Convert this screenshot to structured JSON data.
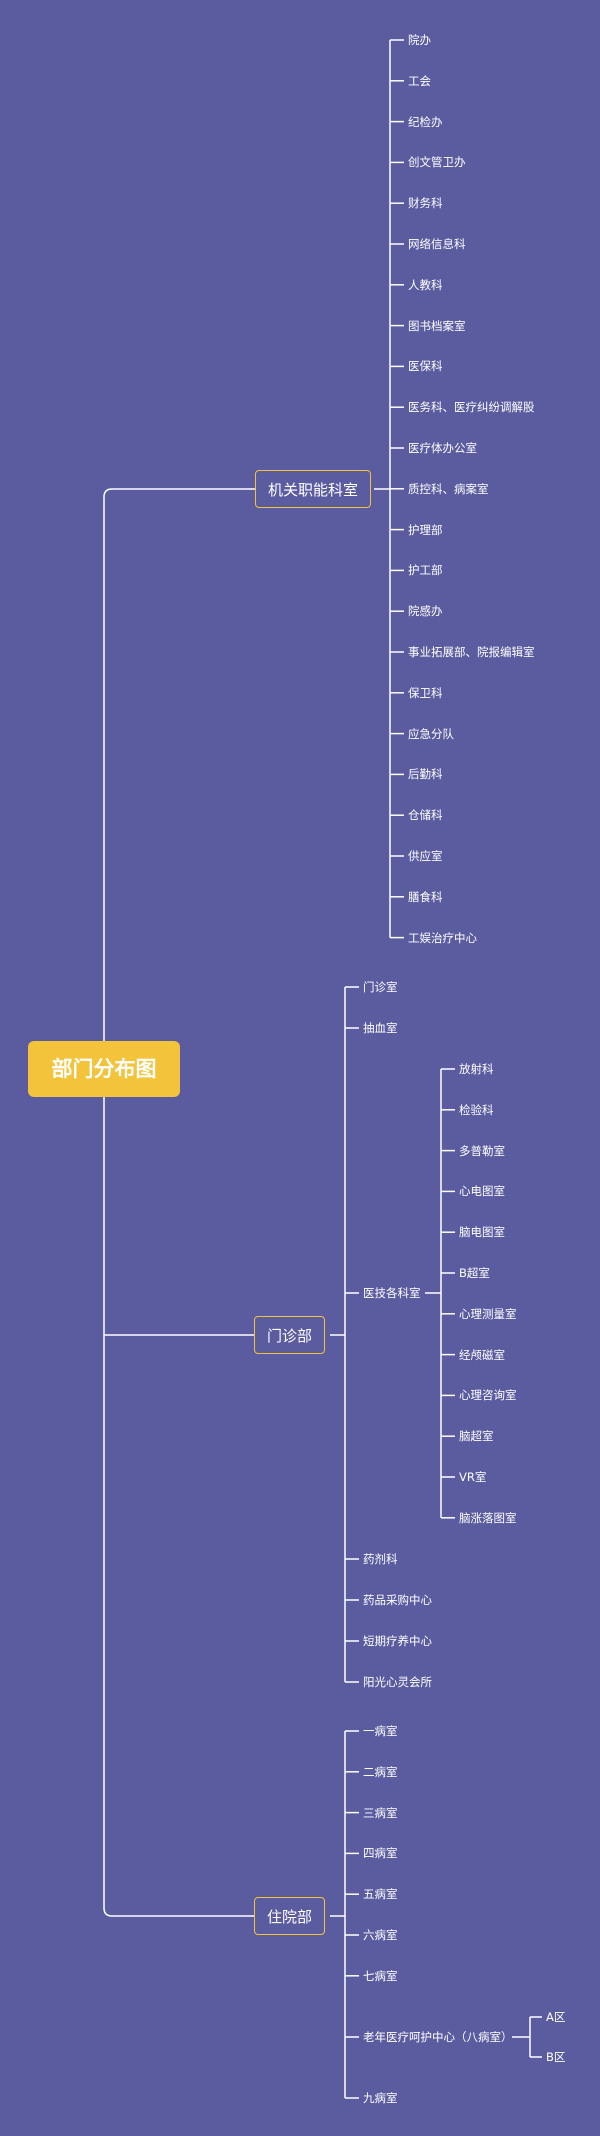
{
  "root": {
    "label": "部门分布图",
    "children": [
      {
        "label": "机关职能科室",
        "children": [
          {
            "label": "院办"
          },
          {
            "label": "工会"
          },
          {
            "label": "纪检办"
          },
          {
            "label": "创文管卫办"
          },
          {
            "label": "财务科"
          },
          {
            "label": "网络信息科"
          },
          {
            "label": "人教科"
          },
          {
            "label": "图书档案室"
          },
          {
            "label": "医保科"
          },
          {
            "label": "医务科、医疗纠纷调解股"
          },
          {
            "label": "医疗体办公室"
          },
          {
            "label": "质控科、病案室"
          },
          {
            "label": "护理部"
          },
          {
            "label": "护工部"
          },
          {
            "label": "院感办"
          },
          {
            "label": "事业拓展部、院报编辑室"
          },
          {
            "label": "保卫科"
          },
          {
            "label": "应急分队"
          },
          {
            "label": "后勤科"
          },
          {
            "label": "仓储科"
          },
          {
            "label": "供应室"
          },
          {
            "label": "膳食科"
          },
          {
            "label": "工娱治疗中心"
          }
        ]
      },
      {
        "label": "门诊部",
        "children": [
          {
            "label": "门诊室"
          },
          {
            "label": "抽血室"
          },
          {
            "label": "医技各科室",
            "children": [
              {
                "label": "放射科"
              },
              {
                "label": "检验科"
              },
              {
                "label": "多普勒室"
              },
              {
                "label": "心电图室"
              },
              {
                "label": "脑电图室"
              },
              {
                "label": "B超室"
              },
              {
                "label": "心理测量室"
              },
              {
                "label": "经颅磁室"
              },
              {
                "label": "心理咨询室"
              },
              {
                "label": "脑超室"
              },
              {
                "label": "VR室"
              },
              {
                "label": "脑涨落图室"
              }
            ]
          },
          {
            "label": "药剂科"
          },
          {
            "label": "药品采购中心"
          },
          {
            "label": "短期疗养中心"
          },
          {
            "label": "阳光心灵会所"
          }
        ]
      },
      {
        "label": "住院部",
        "children": [
          {
            "label": "一病室"
          },
          {
            "label": "二病室"
          },
          {
            "label": "三病室"
          },
          {
            "label": "四病室"
          },
          {
            "label": "五病室"
          },
          {
            "label": "六病室"
          },
          {
            "label": "七病室"
          },
          {
            "label": "老年医疗呵护中心（八病室）",
            "children": [
              {
                "label": "A区"
              },
              {
                "label": "B区"
              }
            ]
          },
          {
            "label": "九病室"
          }
        ]
      }
    ]
  },
  "colors": {
    "background": "#5b5ca0",
    "accent": "#f3c33a",
    "line": "#ffffff",
    "text": "#ffffff"
  }
}
